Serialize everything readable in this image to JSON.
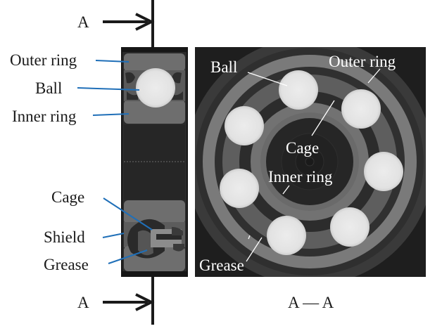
{
  "figure": {
    "section_markers": {
      "top_label": "A",
      "bottom_label": "A"
    },
    "side_view": {
      "labels": {
        "outer_ring": "Outer ring",
        "ball": "Ball",
        "inner_ring": "Inner ring",
        "cage": "Cage",
        "shield": "Shield",
        "grease": "Grease"
      }
    },
    "cross_section": {
      "caption": "A — A",
      "ball_count": 7,
      "labels": {
        "ball": "Ball",
        "outer_ring": "Outer ring",
        "cage": "Cage",
        "inner_ring": "Inner ring",
        "grease": "Grease"
      }
    },
    "colors": {
      "leader_line": "#1f6fb8",
      "arrow": "#1a1a1a",
      "ct_background": "#1e1e1e",
      "ring_grey": "#7a7a7a",
      "ball_white": "#e8e8e8"
    }
  }
}
